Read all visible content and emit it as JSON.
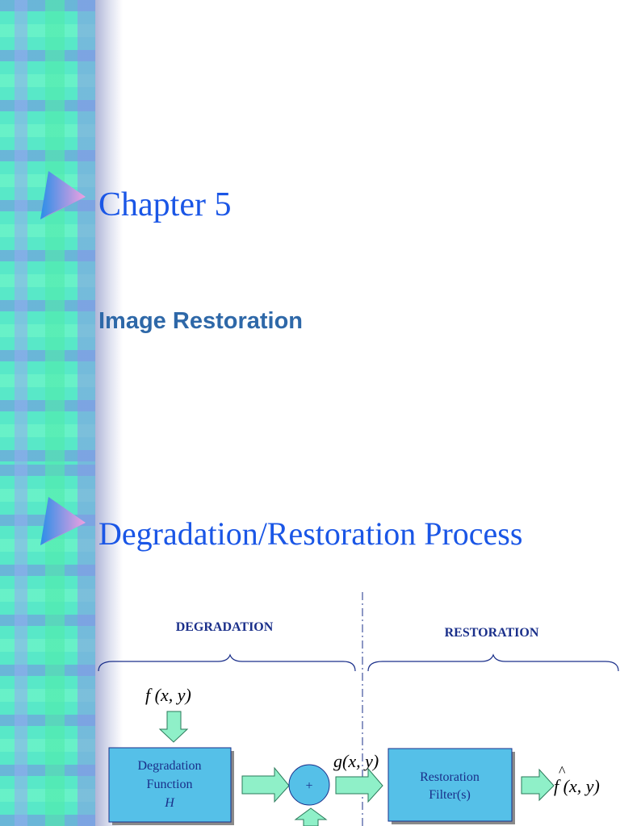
{
  "slide1": {
    "title": "Chapter 5",
    "subtitle": "Image Restoration"
  },
  "slide2": {
    "title": "Degradation/Restoration Process",
    "diagram": {
      "degradation_label": "DEGRADATION",
      "restoration_label": "RESTORATION",
      "input_signal": "f (x, y)",
      "degraded_signal": "g(x, y)",
      "output_hat": "^",
      "output_signal": "f (x, y)",
      "degradation_box": {
        "line1": "Degradation",
        "line2": "Function",
        "line3": "H"
      },
      "adder_symbol": "+",
      "restoration_box": {
        "line1": "Restoration",
        "line2": "Filter(s)"
      }
    }
  },
  "colors": {
    "title": "#1a56e6",
    "subtitle": "#2e68a8",
    "box_fill": "#55c0e8",
    "arrow_fill": "#8ff0c8",
    "label": "#1a2f8a"
  }
}
